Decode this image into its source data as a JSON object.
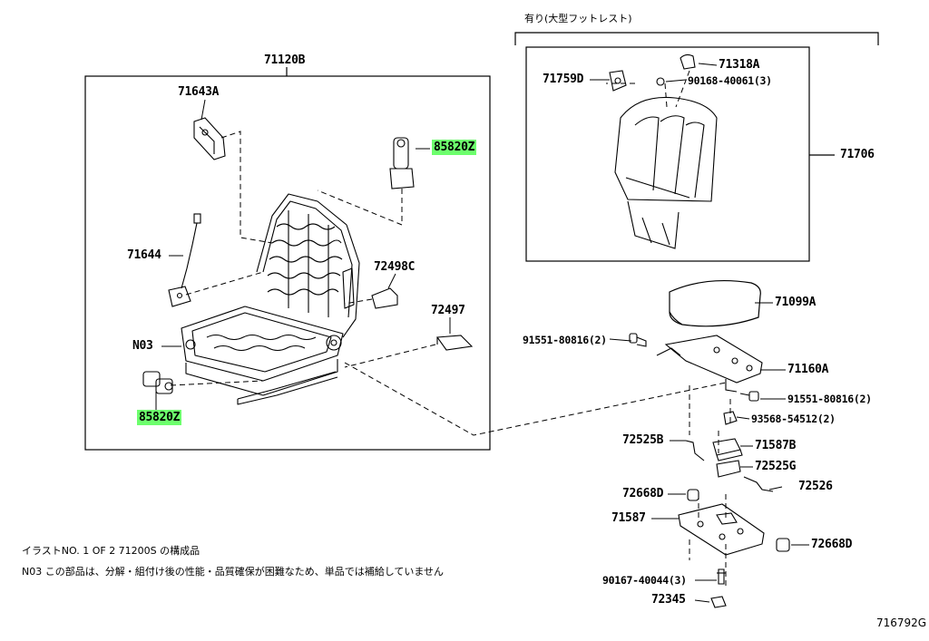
{
  "diagram": {
    "main_assembly": "71120B",
    "optional_header": "有り(大型フットレスト)",
    "labels": {
      "p71643A": "71643A",
      "p85820Z_top": "85820Z",
      "p71644": "71644",
      "p72498C": "72498C",
      "p72497": "72497",
      "pN03": "N03",
      "p85820Z_bottom": "85820Z",
      "p71759D": "71759D",
      "p71318A": "71318A",
      "p90168": "90168-40061(3)",
      "p71706": "71706",
      "p71099A": "71099A",
      "p91551_left": "91551-80816(2)",
      "p71160A": "71160A",
      "p91551_right": "91551-80816(2)",
      "p93568": "93568-54512(2)",
      "p72525B": "72525B",
      "p71587B": "71587B",
      "p72525G": "72525G",
      "p72526": "72526",
      "p72668D_left": "72668D",
      "p71587": "71587",
      "p72668D_right": "72668D",
      "p90167": "90167-40044(3)",
      "p72345": "72345"
    },
    "notes": {
      "line1": "イラストNO. 1 OF 2 71200S の構成品",
      "line2": "N03 この部品は、分解・組付け後の性能・品質確保が困難なため、単品では補給していません"
    },
    "illustration_id": "716792G",
    "highlight_color": "#6dff6d"
  }
}
